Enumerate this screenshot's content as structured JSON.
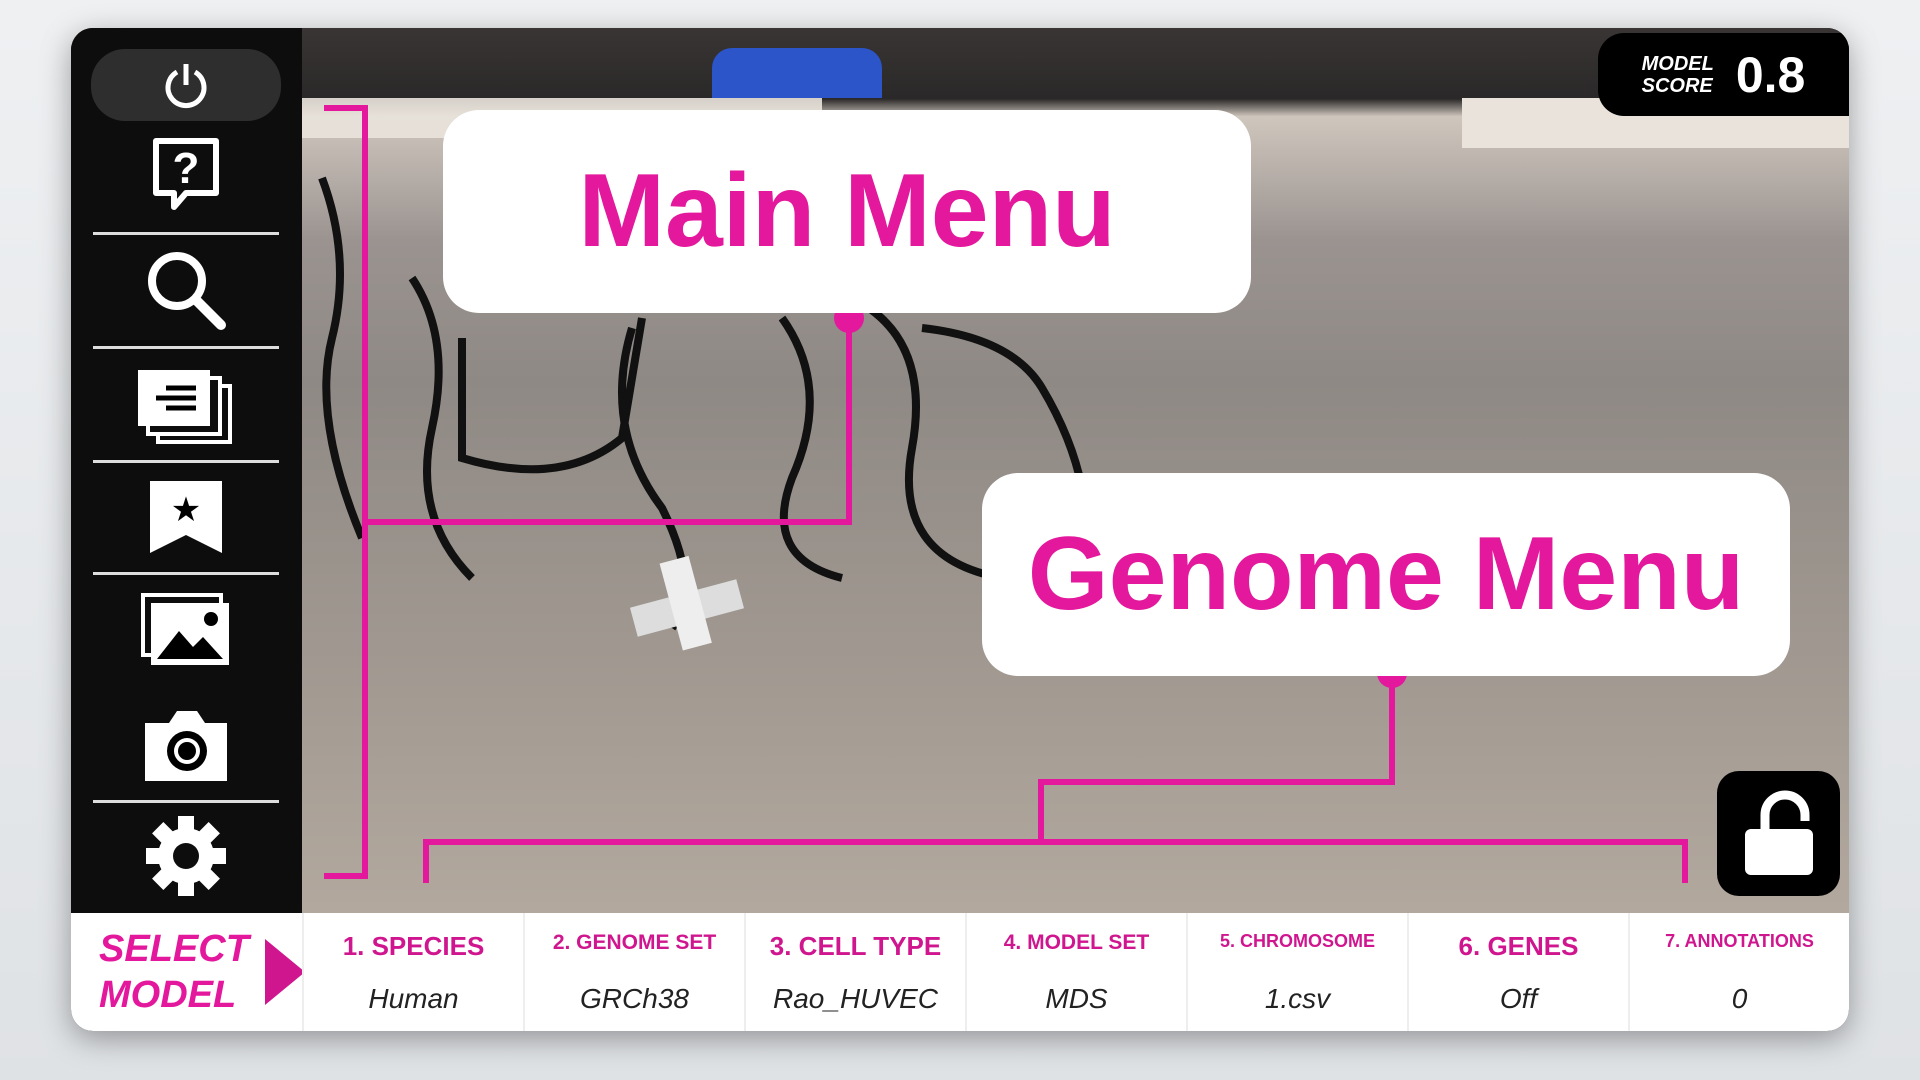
{
  "sidebar": {
    "icons": [
      "power-icon",
      "help-icon",
      "search-icon",
      "layers-icon",
      "bookmark-star-icon",
      "gallery-icon",
      "camera-icon",
      "gear-icon"
    ]
  },
  "model_score": {
    "label_line1": "MODEL",
    "label_line2": "SCORE",
    "value": "0.8"
  },
  "callouts": {
    "main_menu": "Main Menu",
    "genome_menu": "Genome Menu"
  },
  "bottom": {
    "select_line1": "SELECT",
    "select_line2": "MODEL",
    "steps": [
      {
        "label": "1. SPECIES",
        "value": "Human"
      },
      {
        "label": "2. GENOME SET",
        "value": "GRCh38"
      },
      {
        "label": "3. CELL TYPE",
        "value": "Rao_HUVEC"
      },
      {
        "label": "4. MODEL SET",
        "value": "MDS"
      },
      {
        "label": "5. CHROMOSOME",
        "value": "1.csv"
      },
      {
        "label": "6. GENES",
        "value": "Off"
      },
      {
        "label": "7. ANNOTATIONS",
        "value": "0"
      }
    ]
  },
  "colors": {
    "accent": "#e3189c"
  }
}
